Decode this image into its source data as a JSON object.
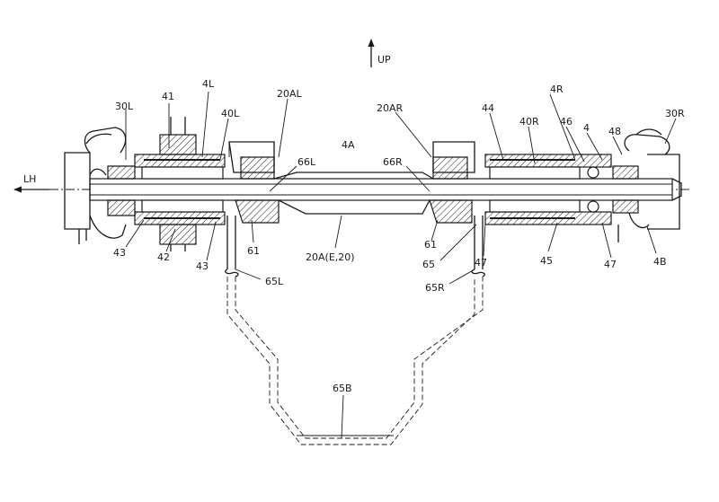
{
  "direction": {
    "up": "UP",
    "left": "LH"
  },
  "labels": {
    "l30L": "30L",
    "l41": "41",
    "l4L": "4L",
    "l40L": "40L",
    "l20AL": "20AL",
    "l4A": "4A",
    "l66L": "66L",
    "l20AR": "20AR",
    "l66R": "66R",
    "l44": "44",
    "l40R": "40R",
    "l4R": "4R",
    "l46": "46",
    "l4": "4",
    "l48": "48",
    "l30R": "30R",
    "l43a": "43",
    "l42": "42",
    "l43b": "43",
    "l61a": "61",
    "l20A": "20A(E,20)",
    "l61b": "61",
    "l65": "65",
    "l47a": "47",
    "l45": "45",
    "l47b": "47",
    "l4B": "4B",
    "l65L": "65L",
    "l65R": "65R",
    "l65B": "65B"
  }
}
